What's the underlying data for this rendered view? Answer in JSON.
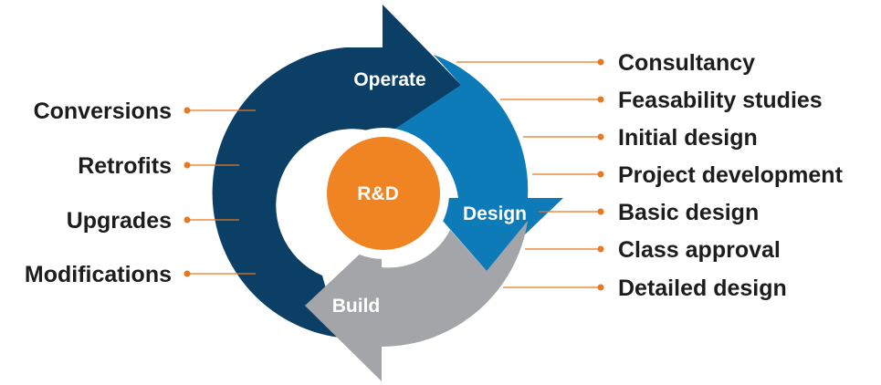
{
  "colors": {
    "operate": "#0b3f66",
    "design": "#0d7bb8",
    "build": "#a3a5a8",
    "center": "#f08423",
    "leader": "#e8791e",
    "text": "#1d1d1d"
  },
  "center": {
    "label": "R&D"
  },
  "arrows": {
    "operate": "Operate",
    "design": "Design",
    "build": "Build"
  },
  "left_items": [
    "Conversions",
    "Retrofits",
    "Upgrades",
    "Modifications"
  ],
  "right_items": [
    "Consultancy",
    "Feasability studies",
    "Initial design",
    "Project development",
    "Basic design",
    "Class approval",
    "Detailed design"
  ]
}
